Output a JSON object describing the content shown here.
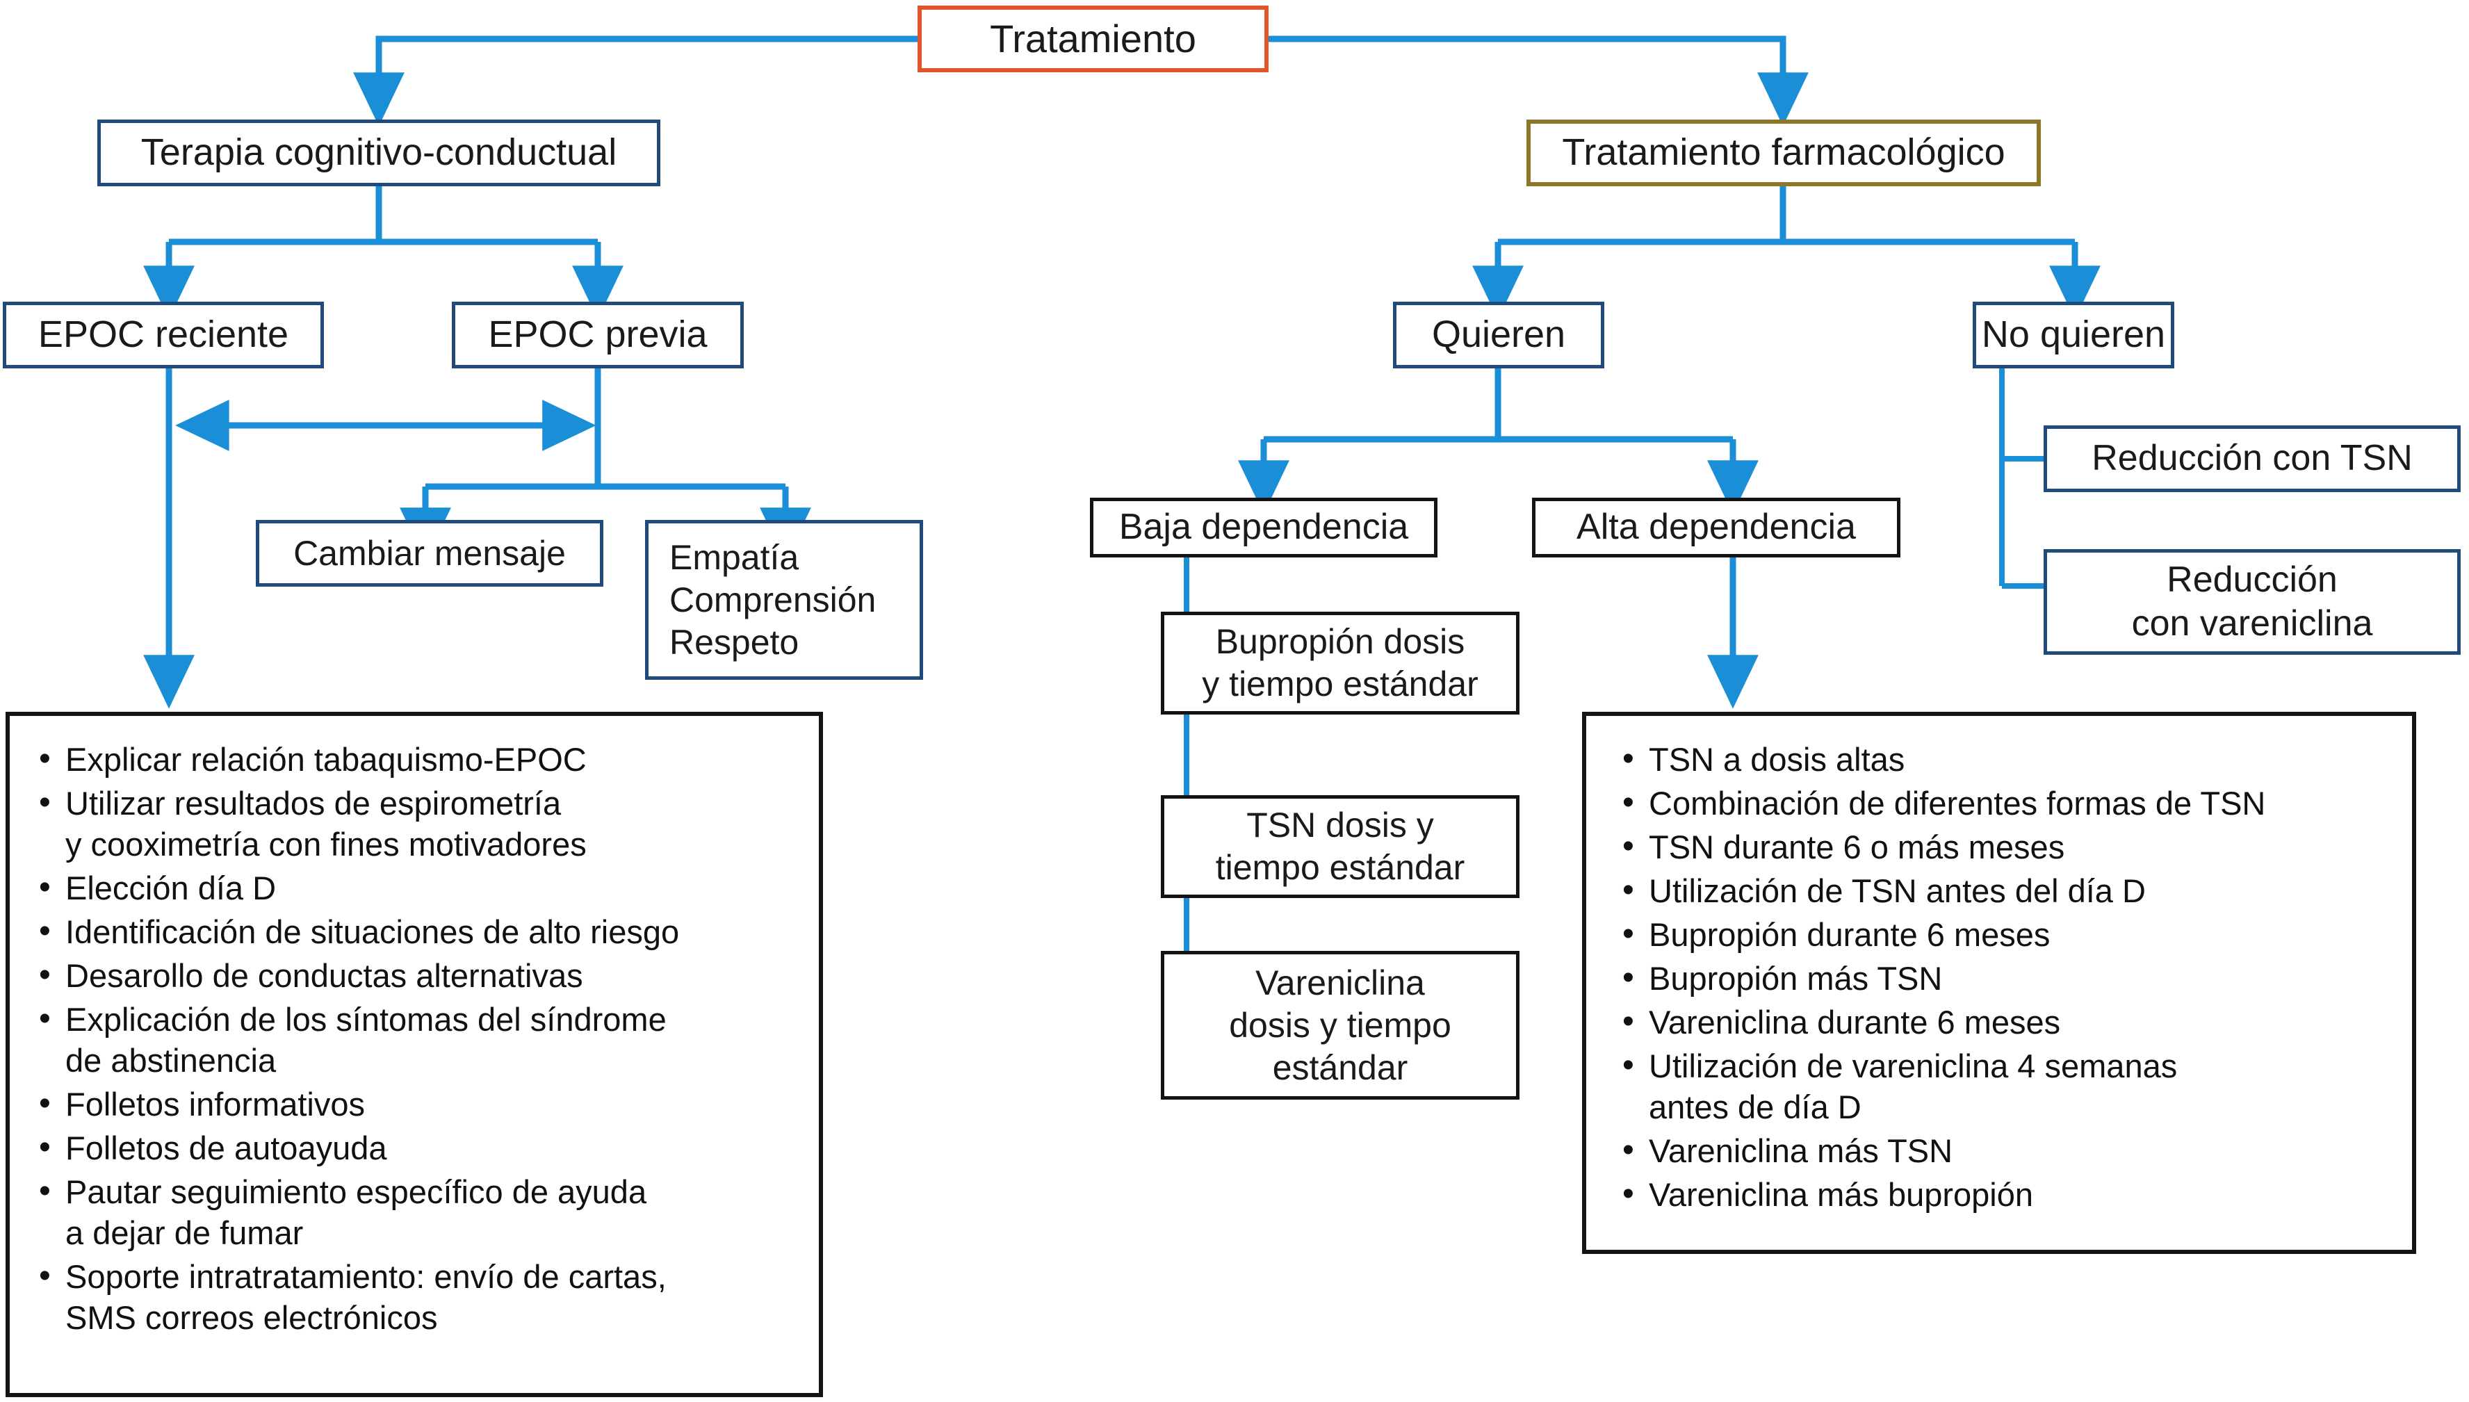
{
  "diagram": {
    "title_node": {
      "label": "Tratamiento",
      "border_color": "#e0552c"
    },
    "branch_left": {
      "label": "Terapia cognitivo-conductual",
      "border_color": "#20497c"
    },
    "branch_right": {
      "label": "Tratamiento farmacológico",
      "border_color": "#8d7529"
    },
    "left_branch": {
      "epoc_reciente": {
        "label": "EPOC reciente",
        "border_color": "#20497c"
      },
      "epoc_previa": {
        "label": "EPOC previa",
        "border_color": "#20497c"
      },
      "cambiar_mensaje": {
        "label": "Cambiar mensaje",
        "border_color": "#20497c"
      },
      "empatia": {
        "label": "Empatía\nComprensión\nRespeto",
        "border_color": "#20497c"
      },
      "intervention_list": {
        "border_color": "#141414",
        "items": [
          "Explicar relación tabaquismo-EPOC",
          "Utilizar resultados de espirometría\ny cooximetría con fines motivadores",
          "Elección día D",
          "Identificación de situaciones de alto riesgo",
          "Desarollo de conductas alternativas",
          "Explicación de los síntomas del síndrome\nde abstinencia",
          "Folletos informativos",
          "Folletos de autoayuda",
          "Pautar seguimiento específico de ayuda\na dejar de fumar",
          "Soporte intratratamiento: envío de cartas,\nSMS correos electrónicos"
        ]
      }
    },
    "right_branch": {
      "quieren": {
        "label": "Quieren",
        "border_color": "#20497c"
      },
      "no_quieren": {
        "label": "No quieren",
        "border_color": "#20497c"
      },
      "baja_dependencia": {
        "label": "Baja dependencia",
        "border_color": "#141414"
      },
      "alta_dependencia": {
        "label": "Alta dependencia",
        "border_color": "#141414"
      },
      "bupropion_estandar": {
        "label": "Bupropión dosis\ny tiempo estándar",
        "border_color": "#141414"
      },
      "tsn_estandar": {
        "label": "TSN dosis y\ntiempo estándar",
        "border_color": "#141414"
      },
      "vareniclina_estandar": {
        "label": "Vareniclina\ndosis y tiempo\nestándar",
        "border_color": "#141414"
      },
      "reduccion_tsn": {
        "label": "Reducción con TSN",
        "border_color": "#20497c"
      },
      "reduccion_vareniclina": {
        "label": "Reducción\ncon vareniclina",
        "border_color": "#20497c"
      },
      "high_dependence_list": {
        "border_color": "#141414",
        "items": [
          "TSN a dosis altas",
          "Combinación de diferentes formas de TSN",
          "TSN durante 6 o más meses",
          "Utilización de TSN antes del día D",
          "Bupropión durante 6 meses",
          "Bupropión más TSN",
          "Vareniclina durante 6 meses",
          "Utilización de vareniclina 4 semanas\nantes de día D",
          "Vareniclina más TSN",
          "Vareniclina más bupropión"
        ]
      }
    },
    "connector_color": "#1a8ed6"
  }
}
